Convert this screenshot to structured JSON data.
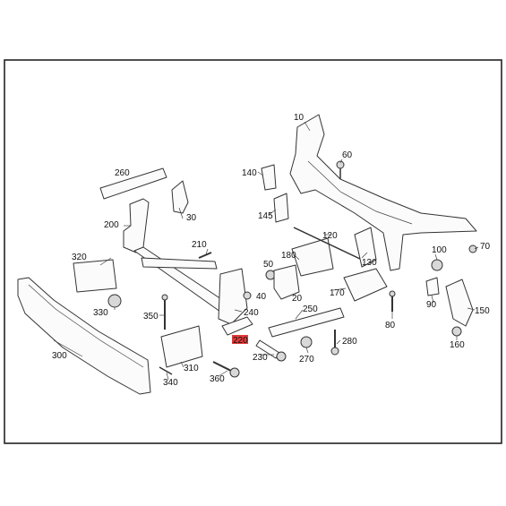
{
  "callouts": [
    {
      "id": "10",
      "label": "10"
    },
    {
      "id": "20",
      "label": "20"
    },
    {
      "id": "30",
      "label": "30"
    },
    {
      "id": "40",
      "label": "40"
    },
    {
      "id": "50",
      "label": "50"
    },
    {
      "id": "60",
      "label": "60"
    },
    {
      "id": "70",
      "label": "70"
    },
    {
      "id": "80",
      "label": "80"
    },
    {
      "id": "90",
      "label": "90"
    },
    {
      "id": "100",
      "label": "100"
    },
    {
      "id": "120",
      "label": "120"
    },
    {
      "id": "130",
      "label": "130"
    },
    {
      "id": "140",
      "label": "140"
    },
    {
      "id": "145",
      "label": "145"
    },
    {
      "id": "150",
      "label": "150"
    },
    {
      "id": "160",
      "label": "160"
    },
    {
      "id": "170",
      "label": "170"
    },
    {
      "id": "180",
      "label": "180"
    },
    {
      "id": "200",
      "label": "200"
    },
    {
      "id": "210",
      "label": "210"
    },
    {
      "id": "220",
      "label": "220",
      "highlighted": true
    },
    {
      "id": "230",
      "label": "230"
    },
    {
      "id": "240",
      "label": "240"
    },
    {
      "id": "250",
      "label": "250"
    },
    {
      "id": "260",
      "label": "260"
    },
    {
      "id": "270",
      "label": "270"
    },
    {
      "id": "280",
      "label": "280"
    },
    {
      "id": "300",
      "label": "300"
    },
    {
      "id": "310",
      "label": "310"
    },
    {
      "id": "320",
      "label": "320"
    },
    {
      "id": "330",
      "label": "330"
    },
    {
      "id": "340",
      "label": "340"
    },
    {
      "id": "350",
      "label": "350"
    },
    {
      "id": "360",
      "label": "360"
    }
  ],
  "colors": {
    "highlight": "#e23a3a",
    "line": "#333333"
  }
}
